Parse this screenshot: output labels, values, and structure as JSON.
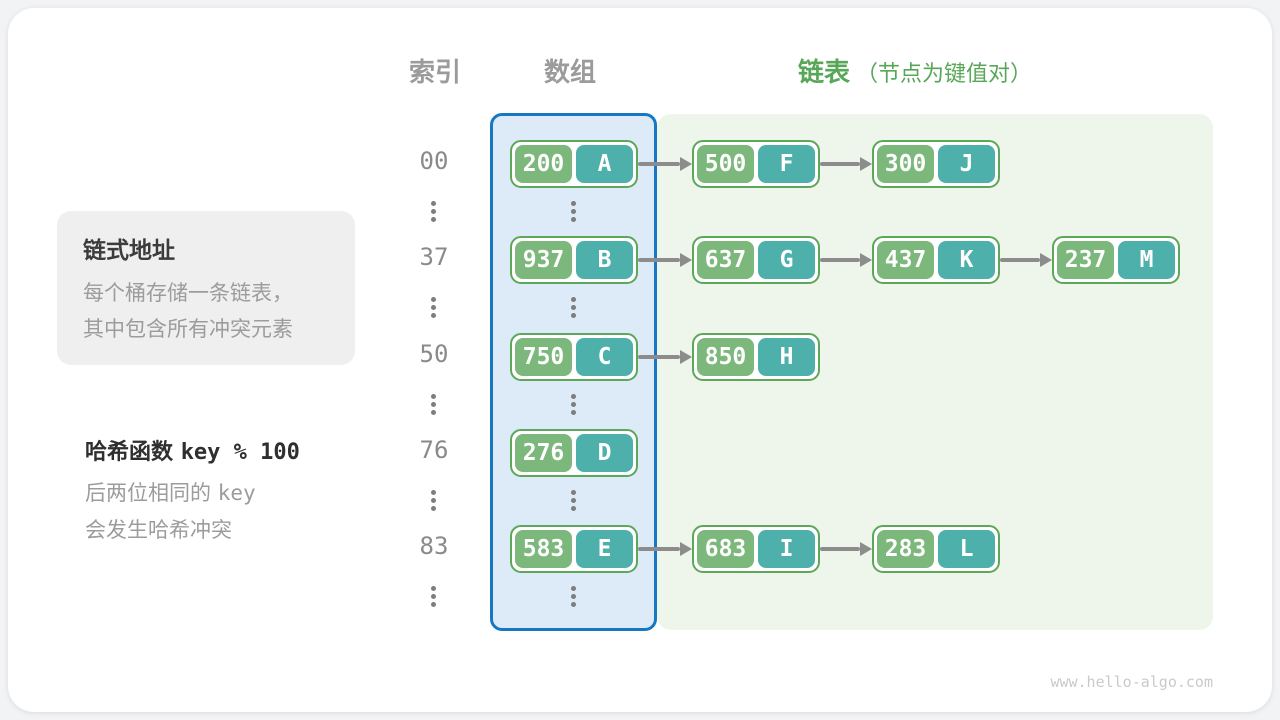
{
  "headers": {
    "index": "索引",
    "array": "数组",
    "list": "链表",
    "list_note": "（节点为键值对）"
  },
  "info_box": {
    "title": "链式地址",
    "lines": [
      "每个桶存储一条链表，",
      "其中包含所有冲突元素"
    ]
  },
  "hash_note": {
    "title_text": "哈希函数",
    "title_code": "key % 100",
    "line1_text": "后两位相同的",
    "line1_code": "key",
    "line2_text": "会发生哈希冲突"
  },
  "hash_table": {
    "buckets": [
      {
        "index": "00",
        "nodes": [
          {
            "key": "200",
            "value": "A"
          },
          {
            "key": "500",
            "value": "F"
          },
          {
            "key": "300",
            "value": "J"
          }
        ]
      },
      {
        "index": "37",
        "nodes": [
          {
            "key": "937",
            "value": "B"
          },
          {
            "key": "637",
            "value": "G"
          },
          {
            "key": "437",
            "value": "K"
          },
          {
            "key": "237",
            "value": "M"
          }
        ]
      },
      {
        "index": "50",
        "nodes": [
          {
            "key": "750",
            "value": "C"
          },
          {
            "key": "850",
            "value": "H"
          }
        ]
      },
      {
        "index": "76",
        "nodes": [
          {
            "key": "276",
            "value": "D"
          }
        ]
      },
      {
        "index": "83",
        "nodes": [
          {
            "key": "583",
            "value": "E"
          },
          {
            "key": "683",
            "value": "I"
          },
          {
            "key": "283",
            "value": "L"
          }
        ]
      }
    ],
    "ellipsis_between_buckets": true
  },
  "colors": {
    "key_fill": "#7cb87b",
    "value_fill": "#4db0aa",
    "node_border": "#5da75a",
    "array_fill": "#dcebf7",
    "array_border": "#1777c2",
    "list_fill": "#eef5eb",
    "green_accent": "#58a758",
    "gray_header": "#9b9b9b",
    "arrow_gray": "#8c8c8c"
  },
  "footer": {
    "watermark": "www.hello-algo.com"
  }
}
